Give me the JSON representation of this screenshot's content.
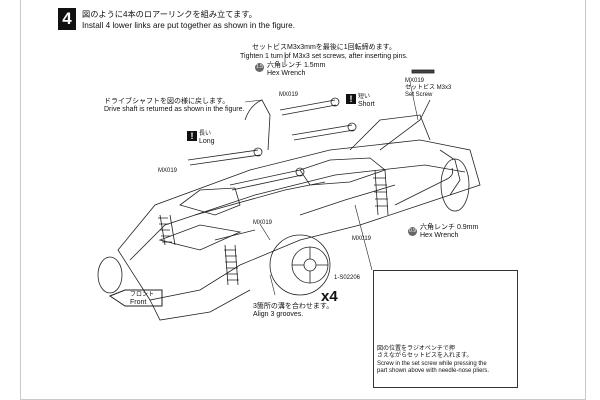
{
  "step": {
    "number": "4"
  },
  "header": {
    "jp": "図のように4本のロアーリンクを組み立てます。",
    "en": "Install 4 lower links are put together as shown in the figure."
  },
  "tighten": {
    "jp": "セットビスM3x3mmを最後に1回転締めます。",
    "en": "Tighten 1 turn of M3x3 set screws, after inserting pins."
  },
  "hex_wrench_15": {
    "badge": "1.5",
    "jp": "六角レンチ 1.5mm",
    "en": "Hex Wrench"
  },
  "hex_wrench_09": {
    "badge": "0.9",
    "jp": "六角レンチ 0.9mm",
    "en": "Hex Wrench"
  },
  "set_screw_part": {
    "code": "MX019",
    "jp": "セットビス M3x3",
    "en": "Set Screw"
  },
  "driveshaft_note": {
    "jp": "ドライブシャフトを図の様に戻します。",
    "en": "Drive shaft is returned as shown in the figure."
  },
  "short_label": {
    "mark": "!",
    "jp": "短い",
    "en": "Short"
  },
  "long_label": {
    "mark": "!",
    "jp": "長い",
    "en": "Long"
  },
  "part_codes": {
    "top_mid": "MX019",
    "left": "MX019",
    "lower_left": "MX019",
    "lower_mid": "MX019",
    "screw": "1-S02206"
  },
  "align_note": {
    "jp": "3箇所の溝を合わせます。",
    "en": "Align 3 grooves."
  },
  "front_arrow": {
    "jp": "フロント",
    "en": "Front"
  },
  "quantity": "x4",
  "inset_note": {
    "jp1": "図の位置をラジオペンチで押",
    "jp2": "さえながらセットビスを入れます。",
    "en1": "Screw in the set screw while pressing the",
    "en2": "part shown above with needle-nose pliers."
  }
}
